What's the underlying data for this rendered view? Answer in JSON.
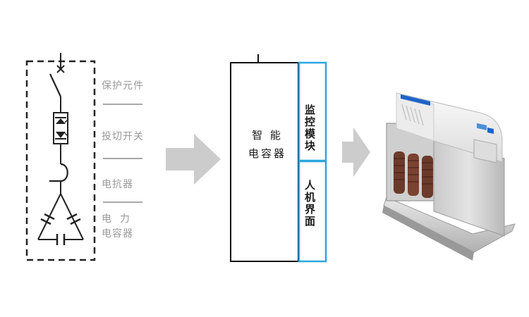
{
  "circuit_labels": {
    "protection": "保护元件",
    "switch": "投切开关",
    "reactor": "电抗器",
    "capacitor_line1": "电  力",
    "capacitor_line2": "电容器"
  },
  "module_block": {
    "main_line1": "智 能",
    "main_line2": "电容器",
    "monitor_module": "监控模块",
    "hmi": "人机界面"
  },
  "colors": {
    "dashed": "#222222",
    "arrow": "#cccccc",
    "module_border": "#2aa7e0",
    "block_border": "#111111"
  }
}
